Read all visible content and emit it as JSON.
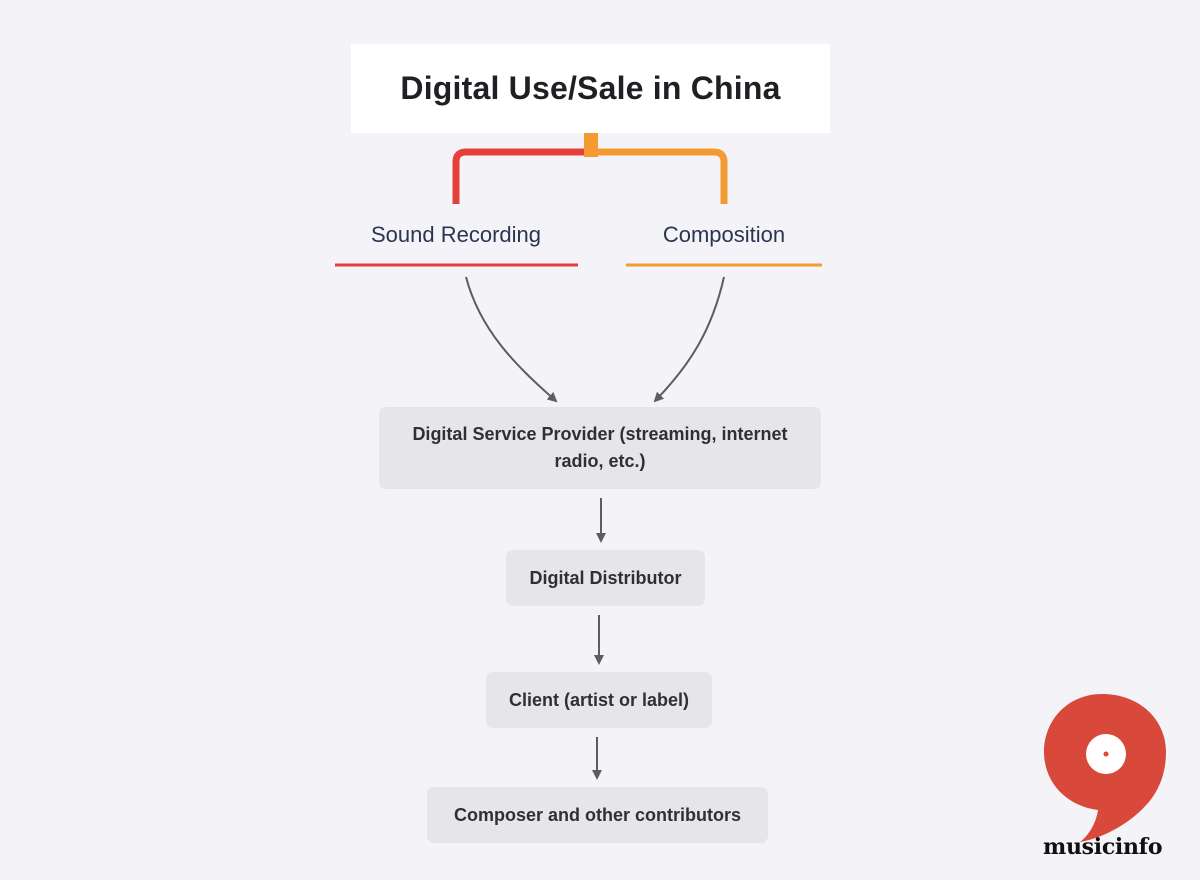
{
  "title": "Digital Use/Sale in China",
  "branches": {
    "sound_recording": "Sound Recording",
    "composition": "Composition"
  },
  "nodes": {
    "dsp": "Digital Service Provider (streaming, internet radio, etc.)",
    "distributor": "Digital Distributor",
    "client": "Client (artist or label)",
    "composer": "Composer and other contributors"
  },
  "logo": {
    "text": "musicinfo"
  },
  "colors": {
    "background": "#f4f4f8",
    "sound_recording": "#e5413c",
    "composition": "#f39a31",
    "arrow": "#5c5c63",
    "logo": "#d8493b"
  }
}
